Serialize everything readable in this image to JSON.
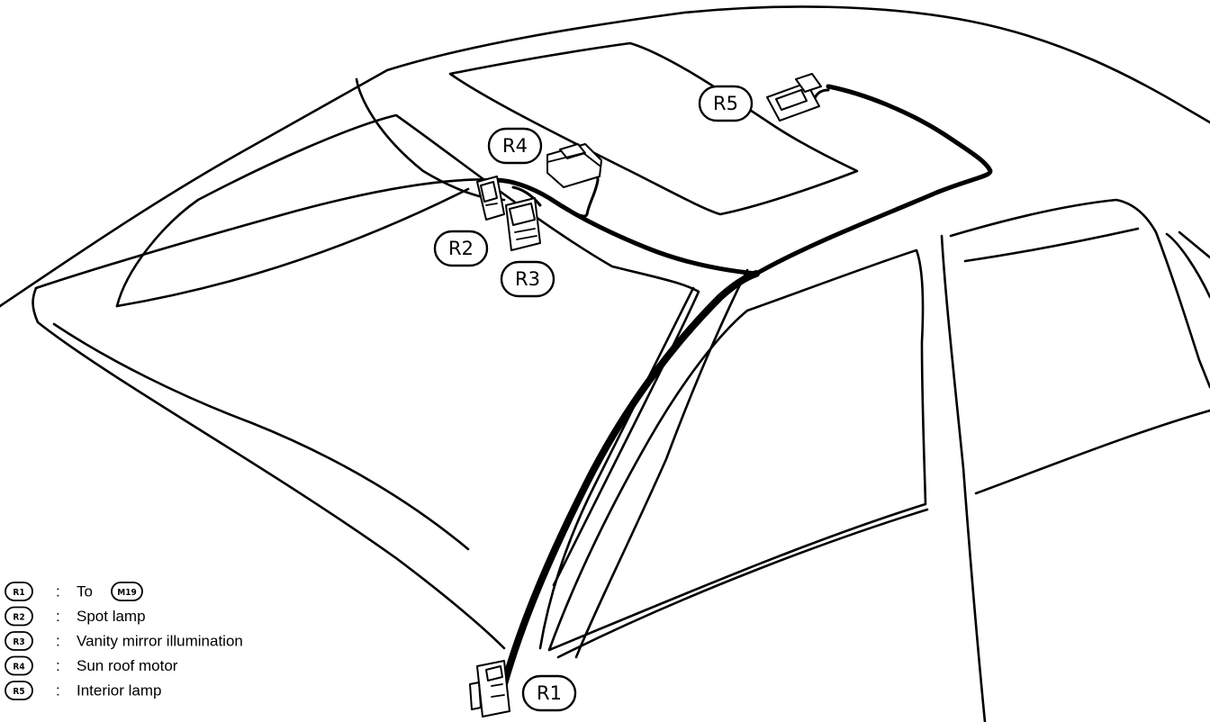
{
  "callouts": [
    {
      "id": "R1",
      "label": "R1"
    },
    {
      "id": "R2",
      "label": "R2"
    },
    {
      "id": "R3",
      "label": "R3"
    },
    {
      "id": "R4",
      "label": "R4"
    },
    {
      "id": "R5",
      "label": "R5"
    }
  ],
  "legend": {
    "separator": ":",
    "items": [
      {
        "code": "R1",
        "text": "To",
        "ref": "M19"
      },
      {
        "code": "R2",
        "text": "Spot lamp"
      },
      {
        "code": "R3",
        "text": "Vanity mirror illumination"
      },
      {
        "code": "R4",
        "text": "Sun roof motor"
      },
      {
        "code": "R5",
        "text": "Interior lamp"
      }
    ]
  }
}
